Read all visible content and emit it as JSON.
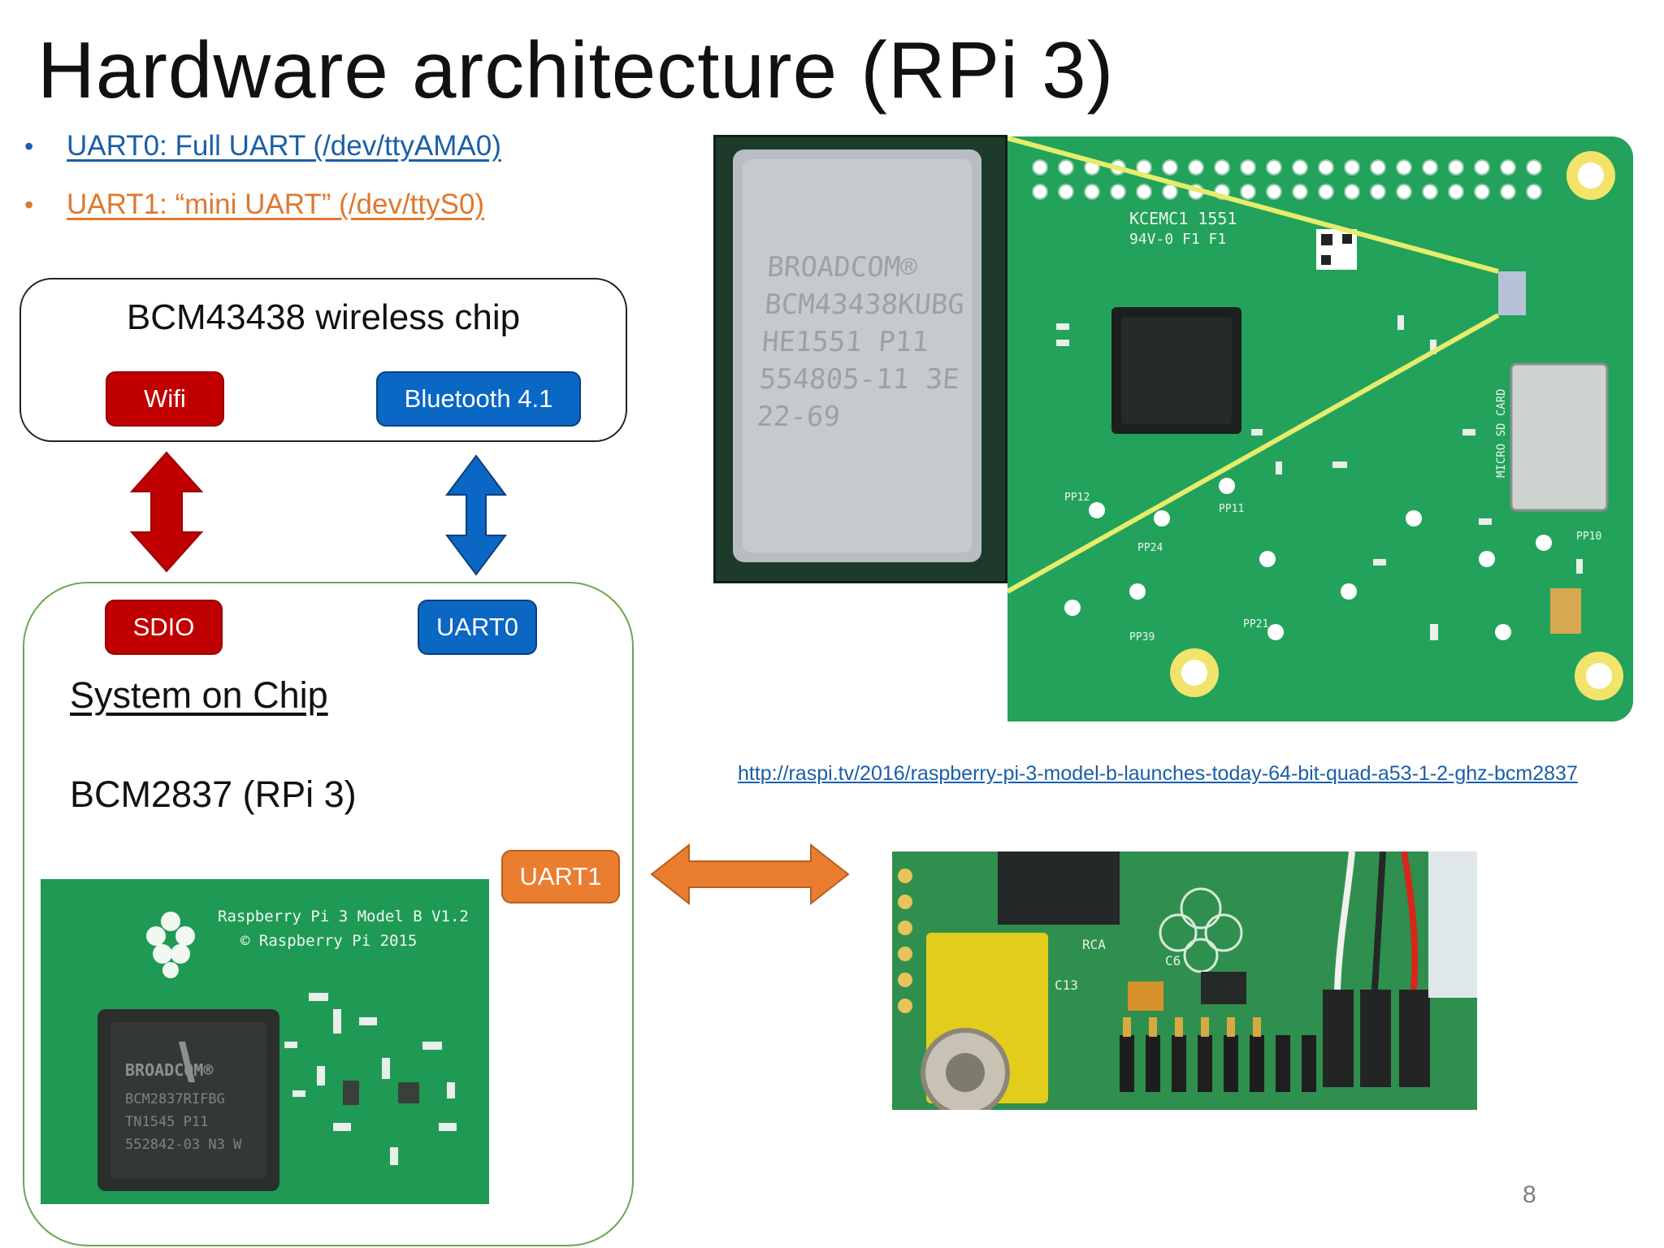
{
  "slide": {
    "title": "Hardware architecture (RPi 3)",
    "page_number": "8"
  },
  "bullets": [
    {
      "marker": "•",
      "text": "UART0: Full UART (/dev/ttyAMA0)",
      "color": "#1a5fa8"
    },
    {
      "marker": "•",
      "text": "UART1: “mini UART” (/dev/ttyS0)",
      "color": "#e0782e"
    }
  ],
  "wireless_chip": {
    "title": "BCM43438 wireless chip",
    "wifi_label": "Wifi",
    "bluetooth_label": "Bluetooth 4.1"
  },
  "soc": {
    "sdio_label": "SDIO",
    "uart0_label": "UART0",
    "uart1_label": "UART1",
    "heading": "System on Chip",
    "model": "BCM2837 (RPi 3)"
  },
  "source_link": "http://raspi.tv/2016/raspberry-pi-3-model-b-launches-today-64-bit-quad-a53-1-2-ghz-bcm2837",
  "photos": {
    "wireless_closeup": {
      "chip_lines": [
        "BROADCOM®",
        "BCM43438KUBG",
        "HE1551 P11",
        "554805-11 3E",
        "22-69"
      ]
    },
    "board_back": {
      "labels": [
        "KCEMC1 1551",
        "94V-0 F1 F1",
        "MICRO SD CARD",
        "PP24",
        "PP12",
        "PP11",
        "PP39",
        "PP21",
        "PP10"
      ]
    },
    "soc_closeup": {
      "board_text": [
        "Raspberry Pi 3 Model B V1.2",
        "© Raspberry Pi 2015"
      ],
      "chip_lines": [
        "BROADCOM®",
        "BCM2837RIFBG",
        "TN1545 P11",
        "552842-03 N3 W"
      ]
    },
    "uart_pins": {
      "labels": [
        "RCA",
        "C13",
        "C6"
      ]
    }
  },
  "colors": {
    "red": "#c00000",
    "blue": "#0a67c4",
    "orange": "#ea7d2f",
    "soc_border": "#6aa84f",
    "pcb_green": "#23a45c"
  }
}
